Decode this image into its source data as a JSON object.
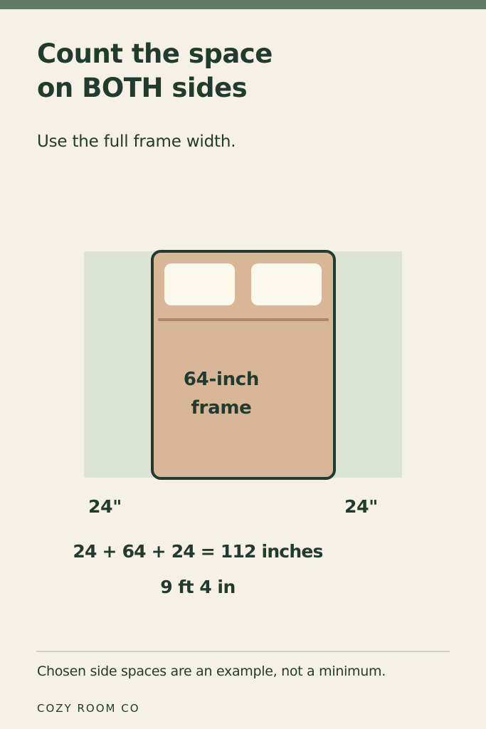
{
  "header": {
    "title_line1": "Count the space",
    "title_line2": "on BOTH sides",
    "subtitle": "Use the full frame width."
  },
  "diagram": {
    "bed_label_line1": "64-inch",
    "bed_label_line2": "frame",
    "left_side": "24\"",
    "right_side": "24\"",
    "formula": "24 + 64 + 24 = 112 inches",
    "conversion": "9 ft 4 in"
  },
  "footer": {
    "note": "Chosen side spaces are an example, not a minimum.",
    "brand": "COZY ROOM CO"
  },
  "colors": {
    "accent_bar": "#5F7A68",
    "background": "#F6F1E7",
    "text": "#233A2E",
    "side_zone": "#DCE4D4",
    "bed": "#D8B799",
    "pillow": "#FDF8EC",
    "sheet_line": "#B0856A"
  }
}
